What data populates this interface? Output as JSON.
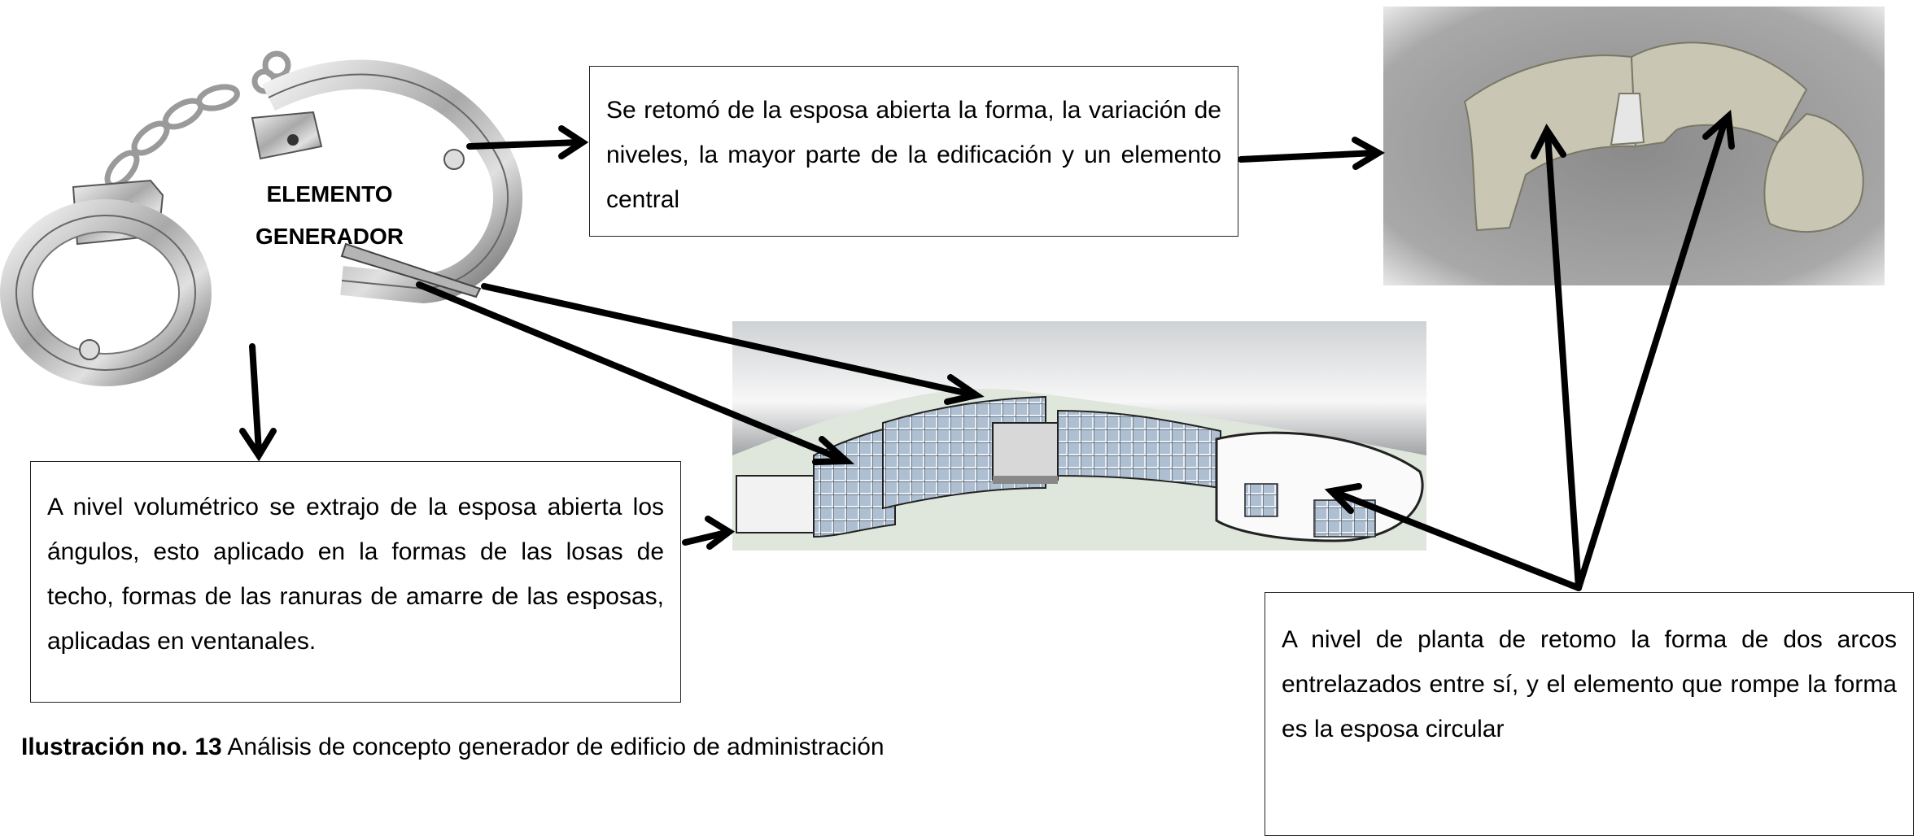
{
  "generator_label_line1": "ELEMENTO",
  "generator_label_line2": "GENERADOR",
  "box_top_text": "Se retomó de la esposa abierta la forma, la variación de niveles, la mayor parte de la edificación y un elemento central",
  "box_left_text": "A nivel volumétrico se extrajo de la esposa abierta los ángulos, esto aplicado en la formas de las losas de techo, formas de las ranuras de amarre de las esposas, aplicadas en ventanales.",
  "box_right_text": "A nivel de planta de retomo la forma de dos arcos entrelazados entre sí, y el elemento que rompe la forma es la esposa circular",
  "caption_bold": "Ilustración no. 13",
  "caption_text": " Análisis de concepto generador de edificio de administración"
}
